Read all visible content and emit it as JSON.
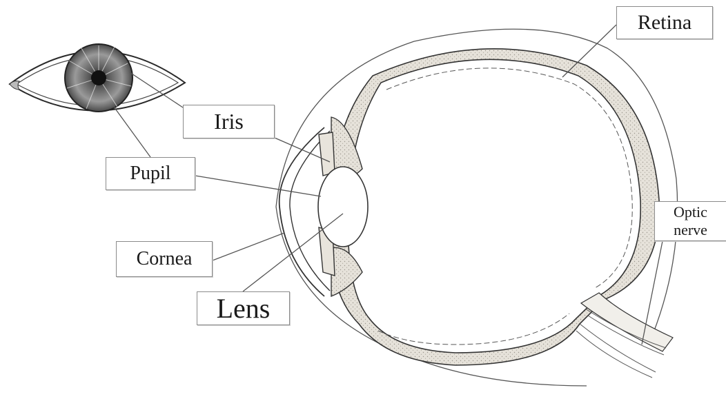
{
  "labels": {
    "retina": "Retina",
    "iris": "Iris",
    "pupil": "Pupil",
    "cornea": "Cornea",
    "lens": "Lens",
    "optic_line1": "Optic",
    "optic_line2": "nerve"
  },
  "colors": {
    "outline": "#2a2a2a",
    "stipple": "#d8d4cc",
    "background": "#ffffff"
  }
}
